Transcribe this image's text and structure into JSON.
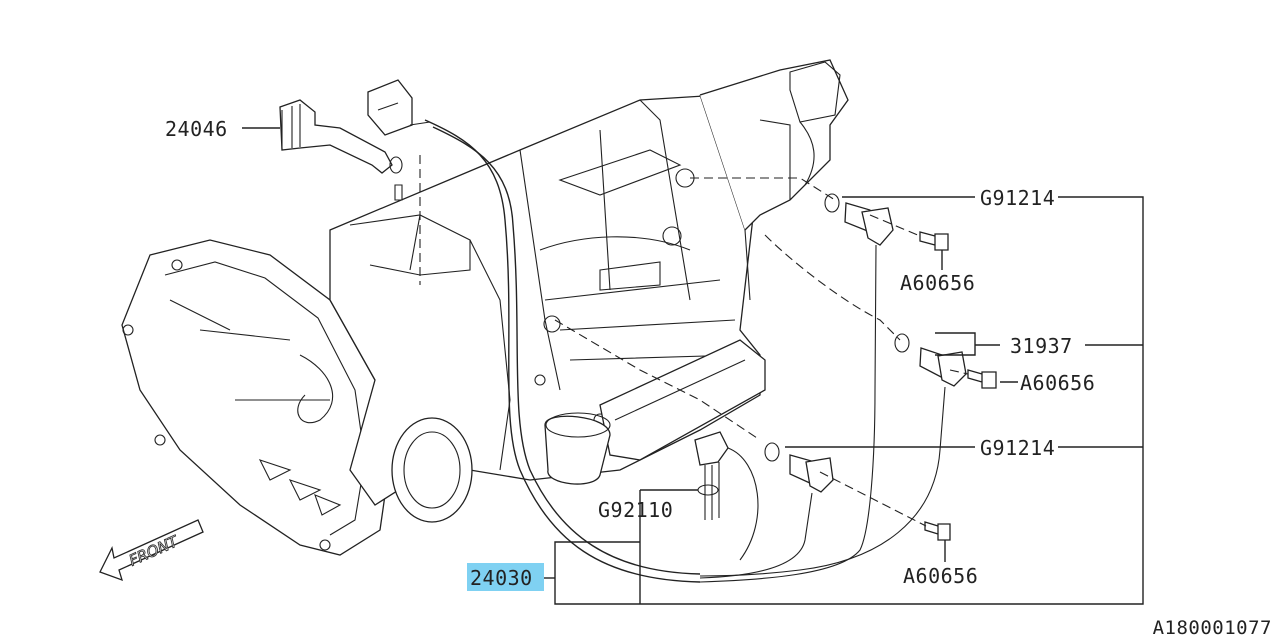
{
  "parts": {
    "p24046": "24046",
    "g91214_top": "G91214",
    "a60656_top": "A60656",
    "p31937": "31937",
    "a60656_mid": "A60656",
    "g91214_bottom": "G91214",
    "g92110": "G92110",
    "p24030": "24030",
    "a60656_bottom": "A60656"
  },
  "direction_label": "FRONT",
  "diagram_code": "A180001077",
  "highlight_color": "#7fd1f2"
}
